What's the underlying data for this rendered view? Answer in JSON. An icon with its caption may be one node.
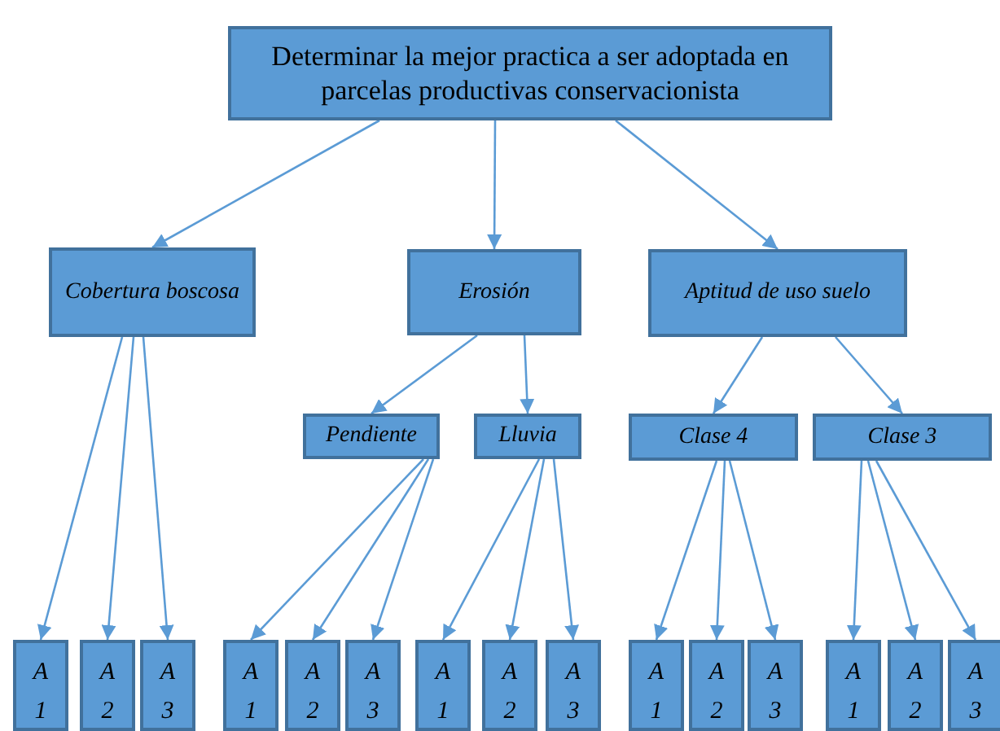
{
  "diagram": {
    "nodes": [
      {
        "text": [
          "Determinar la mejor practica a ser adoptada en parcelas productivas conservacionista"
        ]
      },
      {
        "text": [
          "Cobertura boscosa"
        ]
      },
      {
        "text": [
          "Erosión"
        ]
      },
      {
        "text": [
          "Aptitud de uso suelo"
        ]
      },
      {
        "text": [
          "Pendiente"
        ]
      },
      {
        "text": [
          "Lluvia"
        ]
      },
      {
        "text": [
          "Clase 4"
        ]
      },
      {
        "text": [
          "Clase 3"
        ]
      },
      {
        "text": [
          "A 1"
        ]
      },
      {
        "text": [
          "A 2"
        ]
      },
      {
        "text": [
          "A 3"
        ]
      },
      {
        "text": [
          "A 1"
        ]
      },
      {
        "text": [
          "A 2"
        ]
      },
      {
        "text": [
          "A 3"
        ]
      },
      {
        "text": [
          "A 1"
        ]
      },
      {
        "text": [
          "A 2"
        ]
      },
      {
        "text": [
          "A 3"
        ]
      },
      {
        "text": [
          "A 1"
        ]
      },
      {
        "text": [
          "A 2"
        ]
      },
      {
        "text": [
          "A 3"
        ]
      },
      {
        "text": [
          "A 1"
        ]
      },
      {
        "text": [
          "A 2"
        ]
      },
      {
        "text": [
          "A 3"
        ]
      }
    ],
    "edges": [
      {
        "from": 0,
        "to": 1,
        "arrow": "to"
      },
      {
        "from": 0,
        "to": 2,
        "arrow": "to"
      },
      {
        "from": 0,
        "to": 3,
        "arrow": "to"
      },
      {
        "from": 2,
        "to": 4,
        "arrow": "to"
      },
      {
        "from": 2,
        "to": 5,
        "arrow": "to"
      },
      {
        "from": 3,
        "to": 6,
        "arrow": "to"
      },
      {
        "from": 3,
        "to": 7,
        "arrow": "to"
      },
      {
        "from": 1,
        "to": 8,
        "arrow": "to"
      },
      {
        "from": 1,
        "to": 9,
        "arrow": "to"
      },
      {
        "from": 1,
        "to": 10,
        "arrow": "to"
      },
      {
        "from": 4,
        "to": 11,
        "arrow": "to"
      },
      {
        "from": 4,
        "to": 12,
        "arrow": "to"
      },
      {
        "from": 4,
        "to": 13,
        "arrow": "to"
      },
      {
        "from": 5,
        "to": 14,
        "arrow": "to"
      },
      {
        "from": 5,
        "to": 15,
        "arrow": "to"
      },
      {
        "from": 5,
        "to": 16,
        "arrow": "to"
      },
      {
        "from": 6,
        "to": 17,
        "arrow": "to"
      },
      {
        "from": 6,
        "to": 18,
        "arrow": "to"
      },
      {
        "from": 6,
        "to": 19,
        "arrow": "to"
      },
      {
        "from": 7,
        "to": 20,
        "arrow": "to"
      },
      {
        "from": 7,
        "to": 21,
        "arrow": "to"
      },
      {
        "from": 7,
        "to": 22,
        "arrow": "to"
      }
    ]
  }
}
